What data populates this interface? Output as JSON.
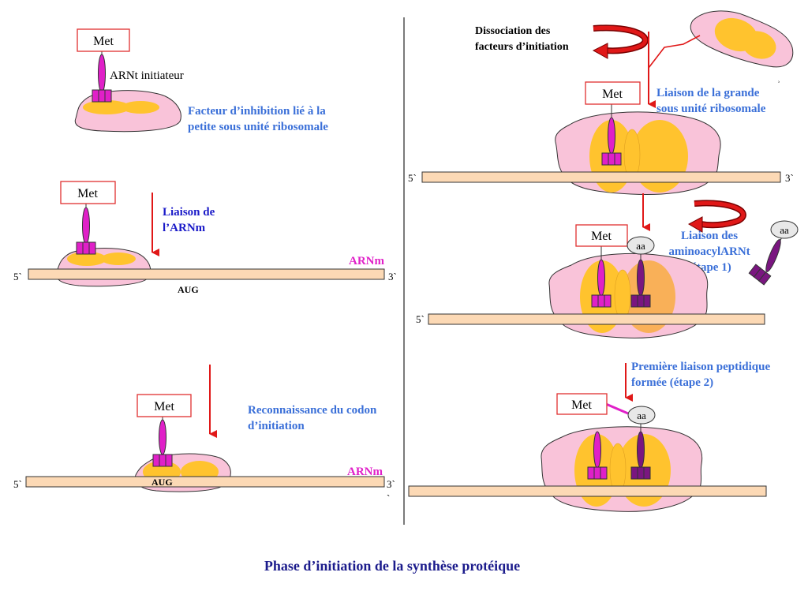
{
  "colors": {
    "ribosome_pink": "#f9c3d9",
    "subunit_yellow": "#ffc32e",
    "mrna_beige": "#fcd9b5",
    "trna_magenta": "#e020c8",
    "trna_purple": "#7a1680",
    "arrow_red": "#e01818",
    "blue_text": "#3a6fd8",
    "navy_text": "#1a1ac8",
    "magenta_text": "#e020c8"
  },
  "labels": {
    "met": "Met",
    "aa": "aa",
    "arnt_initiateur": "ARNt initiateur",
    "arnm": "ARNm",
    "five_prime": "5`",
    "three_prime": "3`",
    "aug": "AUG",
    "tick_mark": "`",
    "hook_mark": "ʾ"
  },
  "steps": {
    "facteur_line1": "Facteur  d’inhibition  lié  à  la",
    "facteur_line2": "petite sous unité  ribosomale",
    "liaison_arnm_line1": "Liaison de",
    "liaison_arnm_line2": "l’ARNm",
    "reconnaissance_line1": "Reconnaissance du codon",
    "reconnaissance_line2": "d’initiation",
    "dissociation_line1": "Dissociation des",
    "dissociation_line2": "facteurs d’initiation",
    "grande_line1": "Liaison  de  la  grande",
    "grande_line2": "sous unité ribosomale",
    "aminoacyl_line1": "Liaison des",
    "aminoacyl_line2": "aminoacylARNt",
    "aminoacyl_line3": "(étape 1)",
    "peptidique_line1": "Première  liaison  peptidique",
    "peptidique_line2": "formée (étape 2)"
  },
  "footer": {
    "title": "Phase d’initiation  de la synthèse protéique"
  }
}
